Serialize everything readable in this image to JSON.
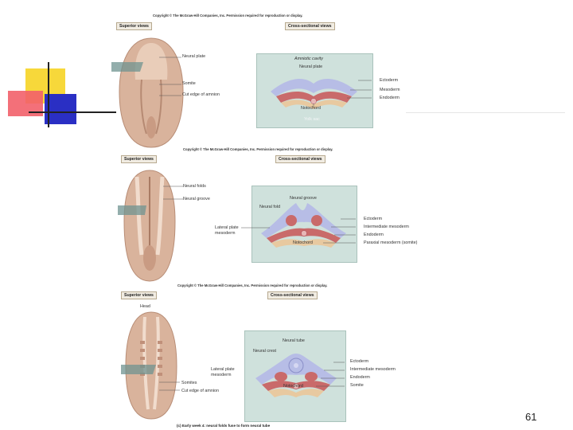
{
  "panel1": {
    "copyright": "Copyright © The McGraw-Hill Companies, Inc. Permission required for reproduction or display.",
    "superior_header": "Superior views",
    "cross_header": "Cross-sectional views",
    "labels": {
      "neural_plate": "Neural plate",
      "somite": "Somite",
      "cut_edge": "Cut edge of amnion",
      "amniotic_cavity": "Amniotic cavity",
      "neural_plate_cs": "Neural plate",
      "ectoderm": "Ectoderm",
      "mesoderm": "Mesoderm",
      "endoderm": "Endoderm",
      "notochord": "Notochord",
      "yolk_sac": "Yolk sac"
    }
  },
  "panel2": {
    "copyright": "Copyright © The McGraw-Hill Companies, Inc. Permission required for reproduction or display.",
    "superior_header": "Superior views",
    "cross_header": "Cross-sectional views",
    "labels": {
      "neural_folds": "Neural folds",
      "neural_groove": "Neural groove",
      "lateral_plate": "Lateral plate mesoderm",
      "neural_groove_cs": "Neural groove",
      "neural_fold_cs": "Neural fold",
      "ectoderm": "Ectoderm",
      "intermediate": "Intermediate mesoderm",
      "endoderm": "Endoderm",
      "paraxial": "Paraxial mesoderm (somite)",
      "notochord": "Notochord"
    }
  },
  "panel3": {
    "copyright": "Copyright © The McGraw-Hill Companies, Inc. Permission required for reproduction or display.",
    "superior_header": "Superior views",
    "cross_header": "Cross-sectional views",
    "labels": {
      "head": "Head",
      "neural_tube": "Neural tube",
      "neural_crest": "Neural crest",
      "lateral_plate": "Lateral plate mesoderm",
      "somites": "Somites",
      "cut_edge": "Cut edge of amnion",
      "ectoderm": "Ectoderm",
      "intermediate": "Intermediate mesoderm",
      "endoderm": "Endoderm",
      "somite": "Somite",
      "notochord": "Notochord"
    },
    "caption": "(c) Early week 4: neural folds fuse to form neural tube"
  },
  "page_number": "61",
  "colors": {
    "embryo": "#d9b39c",
    "box_bg": "#cfe1dc",
    "ectoderm": "#b7bde6",
    "mesoderm": "#c96a6a",
    "endoderm": "#e8c9a0",
    "deco_yellow": "#f7d83a",
    "deco_red": "#f2606a",
    "deco_blue": "#2a2fc4"
  }
}
